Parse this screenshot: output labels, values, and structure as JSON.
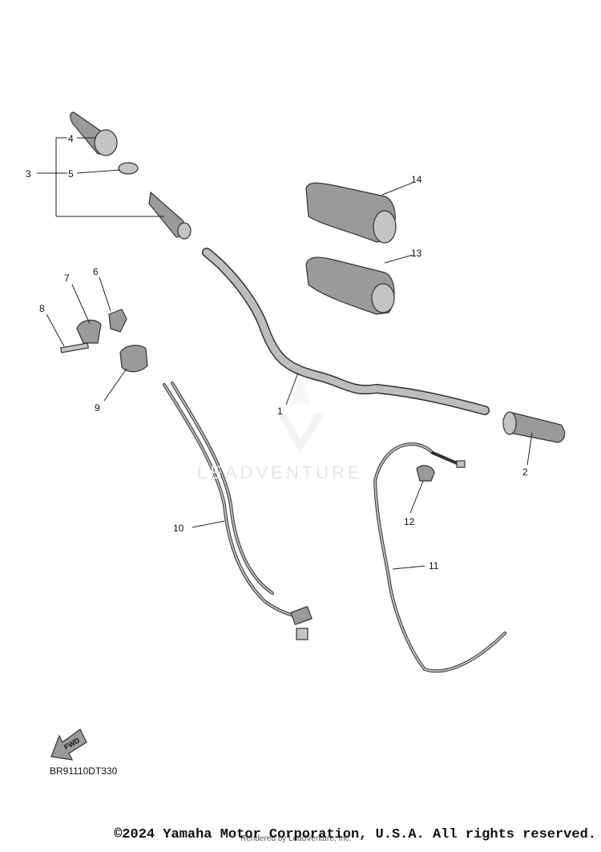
{
  "watermark": "LEADVENTURE",
  "diagram_code": "BR91110DT330",
  "fwd_label": "FWD",
  "copyright": "©2024 Yamaha Motor Corporation, U.S.A. All rights reserved.",
  "rendered_by": "Rendered by LeadVenture, Inc.",
  "callouts": {
    "c1": "1",
    "c2": "2",
    "c3": "3",
    "c4": "4",
    "c5": "5",
    "c6": "6",
    "c7": "7",
    "c8": "8",
    "c9": "9",
    "c10": "10",
    "c11": "11",
    "c12": "12",
    "c13": "13",
    "c14": "14"
  }
}
